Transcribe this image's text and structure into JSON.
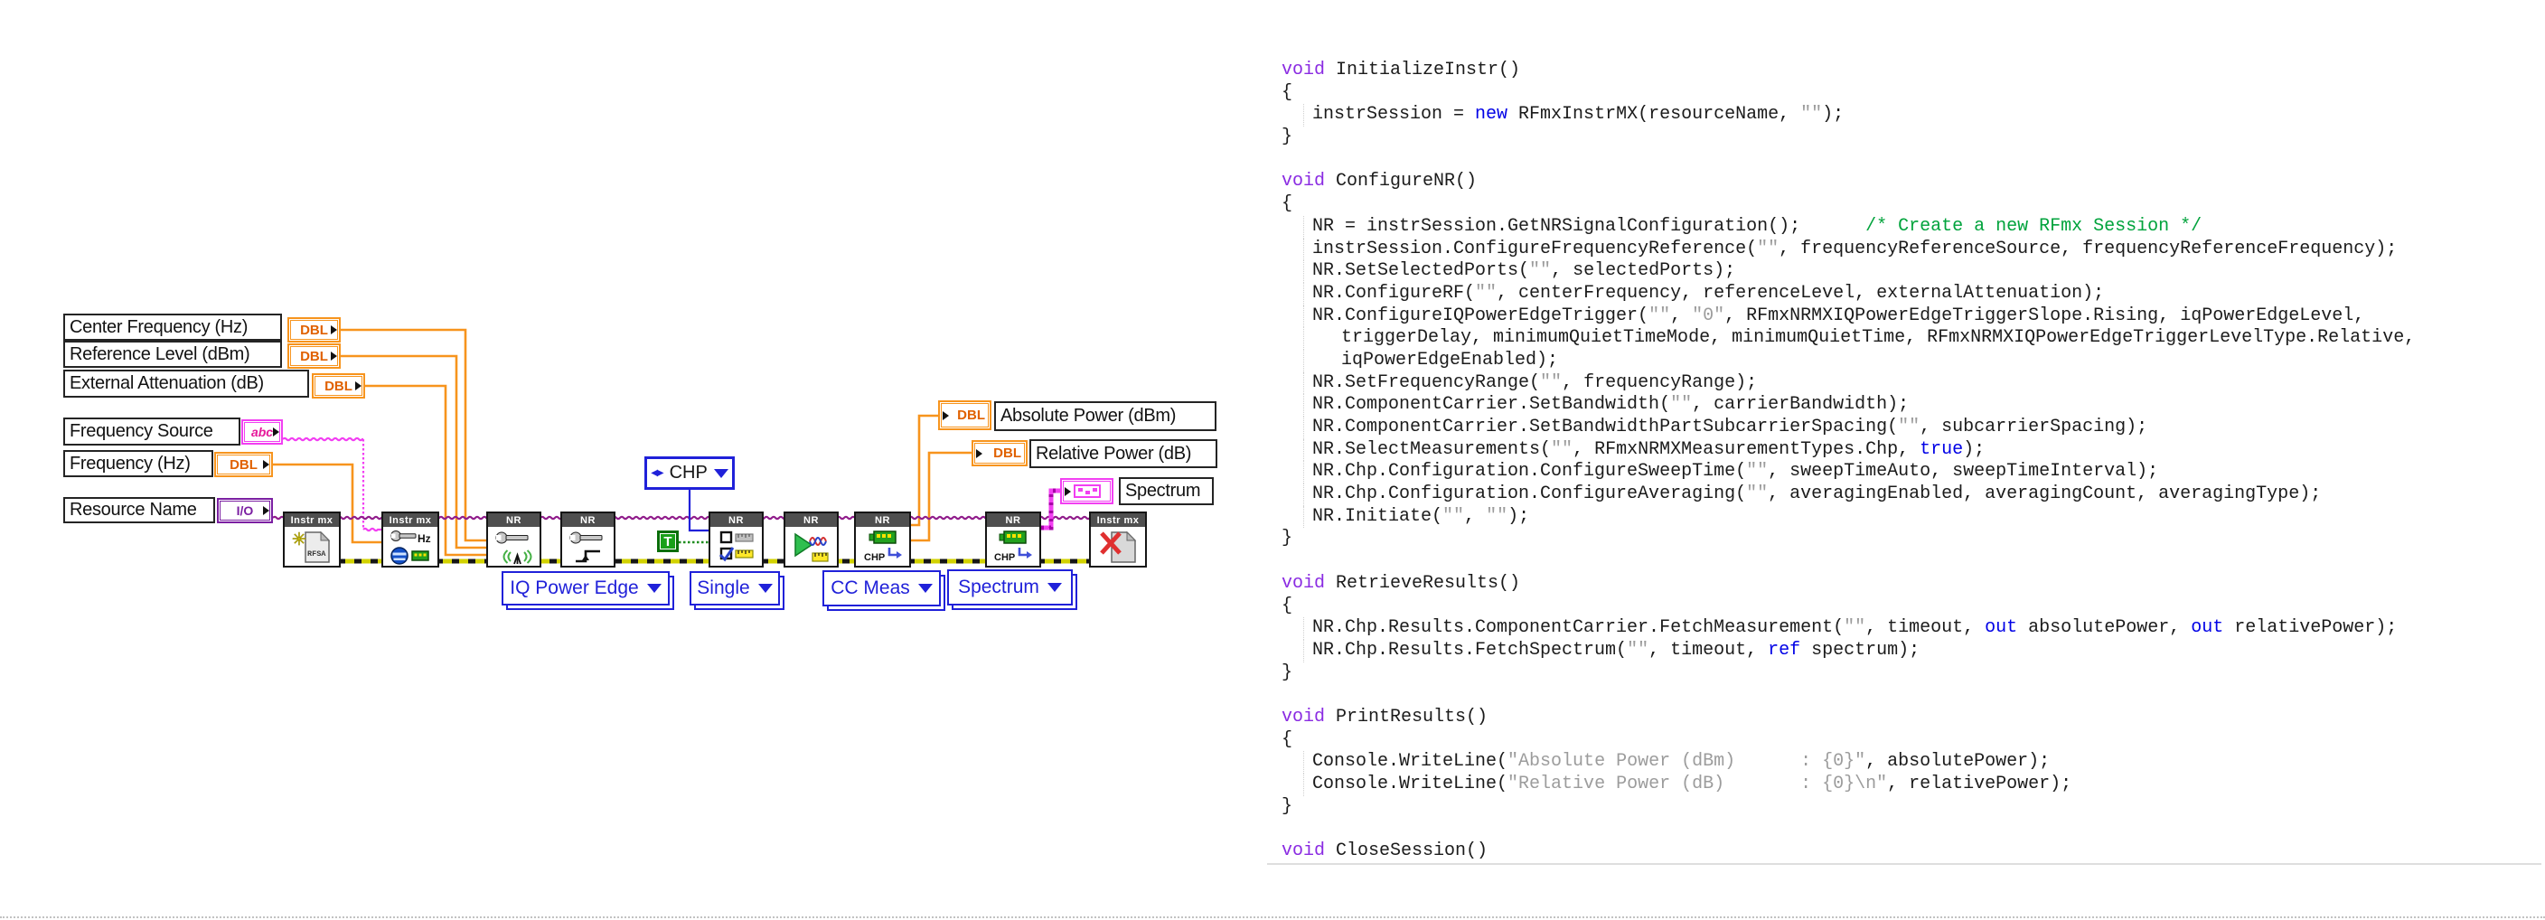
{
  "diagram": {
    "controls": [
      {
        "label": "Center Frequency (Hz)",
        "type": "DBL"
      },
      {
        "label": "Reference Level (dBm)",
        "type": "DBL"
      },
      {
        "label": "External Attenuation (dB)",
        "type": "DBL"
      },
      {
        "label": "Frequency Source",
        "type": "abc"
      },
      {
        "label": "Frequency (Hz)",
        "type": "DBL"
      },
      {
        "label": "Resource Name",
        "type": "I/O"
      }
    ],
    "indicators": [
      {
        "label": "Absolute Power (dBm)",
        "type": "DBL"
      },
      {
        "label": "Relative Power (dB)",
        "type": "DBL"
      },
      {
        "label": "Spectrum",
        "type": "cluster"
      }
    ],
    "nodes": [
      {
        "header": "Instr mx",
        "name": "initialize-instr",
        "doc_text": "RFSA"
      },
      {
        "header": "Instr mx",
        "name": "configure-frequency-reference",
        "hz_label": "Hz"
      },
      {
        "header": "NR",
        "name": "configure-rf"
      },
      {
        "header": "NR",
        "name": "configure-iq-power-edge-trigger"
      },
      {
        "header": "NR",
        "name": "select-measurements"
      },
      {
        "header": "NR",
        "name": "initiate"
      },
      {
        "header": "NR",
        "name": "fetch-measurement",
        "body_label": "CHP"
      },
      {
        "header": "NR",
        "name": "fetch-spectrum",
        "body_label": "CHP"
      },
      {
        "header": "Instr mx",
        "name": "close-session"
      }
    ],
    "selectors": [
      {
        "label": "IQ Power Edge"
      },
      {
        "label": "Single"
      },
      {
        "label": "CC Meas"
      },
      {
        "label": "Spectrum"
      }
    ],
    "enum_constant": {
      "label": "CHP"
    },
    "boolean_constant": {
      "label": "T"
    },
    "colors": {
      "numeric_orange": "#F7941D",
      "string_pink": "#F23FF2",
      "session_purple": "#911E8C",
      "resource_purple": "#7B1FA2",
      "selector_blue": "#2021D9",
      "error_yellow": "#D2D200",
      "boolean_green": "#18A018"
    }
  },
  "code": {
    "colors": {
      "keyword": "#8A2BE2",
      "modifier": "#0000E6",
      "string": "#9C9C9C",
      "comment": "#00A33C",
      "plain": "#1B1B1B"
    },
    "lines": [
      {
        "ind": 0,
        "seg": [
          [
            "k",
            "void"
          ],
          [
            "p",
            " InitializeInstr()"
          ]
        ]
      },
      {
        "ind": 0,
        "seg": [
          [
            "p",
            "{"
          ]
        ]
      },
      {
        "ind": 1,
        "seg": [
          [
            "p",
            "instrSession = "
          ],
          [
            "b",
            "new"
          ],
          [
            "p",
            " RFmxInstrMX(resourceName, "
          ],
          [
            "s",
            "\"\""
          ],
          [
            "p",
            ");"
          ]
        ]
      },
      {
        "ind": 0,
        "seg": [
          [
            "p",
            "}"
          ]
        ]
      },
      {
        "ind": 0,
        "seg": []
      },
      {
        "ind": 0,
        "seg": [
          [
            "k",
            "void"
          ],
          [
            "p",
            " ConfigureNR()"
          ]
        ]
      },
      {
        "ind": 0,
        "seg": [
          [
            "p",
            "{"
          ]
        ]
      },
      {
        "ind": 1,
        "seg": [
          [
            "p",
            "NR = instrSession.GetNRSignalConfiguration();      "
          ],
          [
            "c",
            "/* Create a new RFmx Session */"
          ]
        ]
      },
      {
        "ind": 1,
        "seg": [
          [
            "p",
            "instrSession.ConfigureFrequencyReference("
          ],
          [
            "s",
            "\"\""
          ],
          [
            "p",
            ", frequencyReferenceSource, frequencyReferenceFrequency);"
          ]
        ]
      },
      {
        "ind": 1,
        "seg": [
          [
            "p",
            "NR.SetSelectedPorts("
          ],
          [
            "s",
            "\"\""
          ],
          [
            "p",
            ", selectedPorts);"
          ]
        ]
      },
      {
        "ind": 1,
        "seg": [
          [
            "p",
            "NR.ConfigureRF("
          ],
          [
            "s",
            "\"\""
          ],
          [
            "p",
            ", centerFrequency, referenceLevel, externalAttenuation);"
          ]
        ]
      },
      {
        "ind": 1,
        "seg": [
          [
            "p",
            "NR.ConfigureIQPowerEdgeTrigger("
          ],
          [
            "s",
            "\"\""
          ],
          [
            "p",
            ", "
          ],
          [
            "s",
            "\"0\""
          ],
          [
            "p",
            ", RFmxNRMXIQPowerEdgeTriggerSlope.Rising, iqPowerEdgeLevel,"
          ]
        ]
      },
      {
        "ind": 2,
        "seg": [
          [
            "p",
            "triggerDelay, minimumQuietTimeMode, minimumQuietTime, RFmxNRMXIQPowerEdgeTriggerLevelType.Relative,"
          ]
        ]
      },
      {
        "ind": 2,
        "seg": [
          [
            "p",
            "iqPowerEdgeEnabled);"
          ]
        ]
      },
      {
        "ind": 1,
        "seg": [
          [
            "p",
            "NR.SetFrequencyRange("
          ],
          [
            "s",
            "\"\""
          ],
          [
            "p",
            ", frequencyRange);"
          ]
        ]
      },
      {
        "ind": 1,
        "seg": [
          [
            "p",
            "NR.ComponentCarrier.SetBandwidth("
          ],
          [
            "s",
            "\"\""
          ],
          [
            "p",
            ", carrierBandwidth);"
          ]
        ]
      },
      {
        "ind": 1,
        "seg": [
          [
            "p",
            "NR.ComponentCarrier.SetBandwidthPartSubcarrierSpacing("
          ],
          [
            "s",
            "\"\""
          ],
          [
            "p",
            ", subcarrierSpacing);"
          ]
        ]
      },
      {
        "ind": 1,
        "seg": [
          [
            "p",
            "NR.SelectMeasurements("
          ],
          [
            "s",
            "\"\""
          ],
          [
            "p",
            ", RFmxNRMXMeasurementTypes.Chp, "
          ],
          [
            "b",
            "true"
          ],
          [
            "p",
            ");"
          ]
        ]
      },
      {
        "ind": 1,
        "seg": [
          [
            "p",
            "NR.Chp.Configuration.ConfigureSweepTime("
          ],
          [
            "s",
            "\"\""
          ],
          [
            "p",
            ", sweepTimeAuto, sweepTimeInterval);"
          ]
        ]
      },
      {
        "ind": 1,
        "seg": [
          [
            "p",
            "NR.Chp.Configuration.ConfigureAveraging("
          ],
          [
            "s",
            "\"\""
          ],
          [
            "p",
            ", averagingEnabled, averagingCount, averagingType);"
          ]
        ]
      },
      {
        "ind": 1,
        "seg": [
          [
            "p",
            "NR.Initiate("
          ],
          [
            "s",
            "\"\""
          ],
          [
            "p",
            ", "
          ],
          [
            "s",
            "\"\""
          ],
          [
            "p",
            ");"
          ]
        ]
      },
      {
        "ind": 0,
        "seg": [
          [
            "p",
            "}"
          ]
        ]
      },
      {
        "ind": 0,
        "seg": []
      },
      {
        "ind": 0,
        "seg": [
          [
            "k",
            "void"
          ],
          [
            "p",
            " RetrieveResults()"
          ]
        ]
      },
      {
        "ind": 0,
        "seg": [
          [
            "p",
            "{"
          ]
        ]
      },
      {
        "ind": 1,
        "seg": [
          [
            "p",
            "NR.Chp.Results.ComponentCarrier.FetchMeasurement("
          ],
          [
            "s",
            "\"\""
          ],
          [
            "p",
            ", timeout, "
          ],
          [
            "b",
            "out"
          ],
          [
            "p",
            " absolutePower, "
          ],
          [
            "b",
            "out"
          ],
          [
            "p",
            " relativePower);"
          ]
        ]
      },
      {
        "ind": 1,
        "seg": [
          [
            "p",
            "NR.Chp.Results.FetchSpectrum("
          ],
          [
            "s",
            "\"\""
          ],
          [
            "p",
            ", timeout, "
          ],
          [
            "b",
            "ref"
          ],
          [
            "p",
            " spectrum);"
          ]
        ]
      },
      {
        "ind": 0,
        "seg": [
          [
            "p",
            "}"
          ]
        ]
      },
      {
        "ind": 0,
        "seg": []
      },
      {
        "ind": 0,
        "seg": [
          [
            "k",
            "void"
          ],
          [
            "p",
            " PrintResults()"
          ]
        ]
      },
      {
        "ind": 0,
        "seg": [
          [
            "p",
            "{"
          ]
        ]
      },
      {
        "ind": 1,
        "seg": [
          [
            "p",
            "Console.WriteLine("
          ],
          [
            "s",
            "\"Absolute Power (dBm)      : {0}\""
          ],
          [
            "p",
            ", absolutePower);"
          ]
        ]
      },
      {
        "ind": 1,
        "seg": [
          [
            "p",
            "Console.WriteLine("
          ],
          [
            "s",
            "\"Relative Power (dB)       : {0}\\n\""
          ],
          [
            "p",
            ", relativePower);"
          ]
        ]
      },
      {
        "ind": 0,
        "seg": [
          [
            "p",
            "}"
          ]
        ]
      },
      {
        "ind": 0,
        "seg": []
      },
      {
        "ind": 0,
        "seg": [
          [
            "k",
            "void"
          ],
          [
            "p",
            " CloseSession()"
          ]
        ]
      }
    ]
  }
}
